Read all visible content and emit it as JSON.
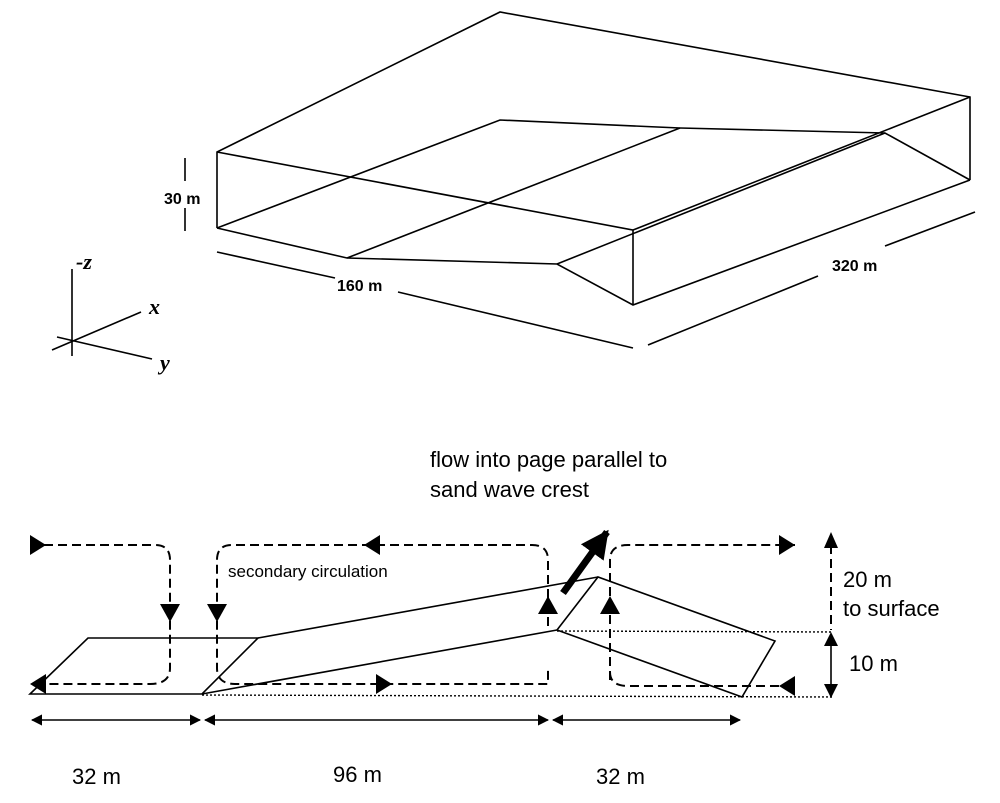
{
  "top_diagram": {
    "height_label": "30 m",
    "width_label": "160 m",
    "length_label": "320 m",
    "axes": {
      "z": "-z",
      "x": "x",
      "y": "y"
    }
  },
  "bottom_diagram": {
    "flow_label_line1": "flow into page parallel to",
    "flow_label_line2": "sand wave crest",
    "circulation_label": "secondary circulation",
    "surface_label_line1": "20 m",
    "surface_label_line2": "to surface",
    "wave_height_label": "10 m",
    "segments": [
      "32 m",
      "96 m",
      "32 m"
    ]
  }
}
